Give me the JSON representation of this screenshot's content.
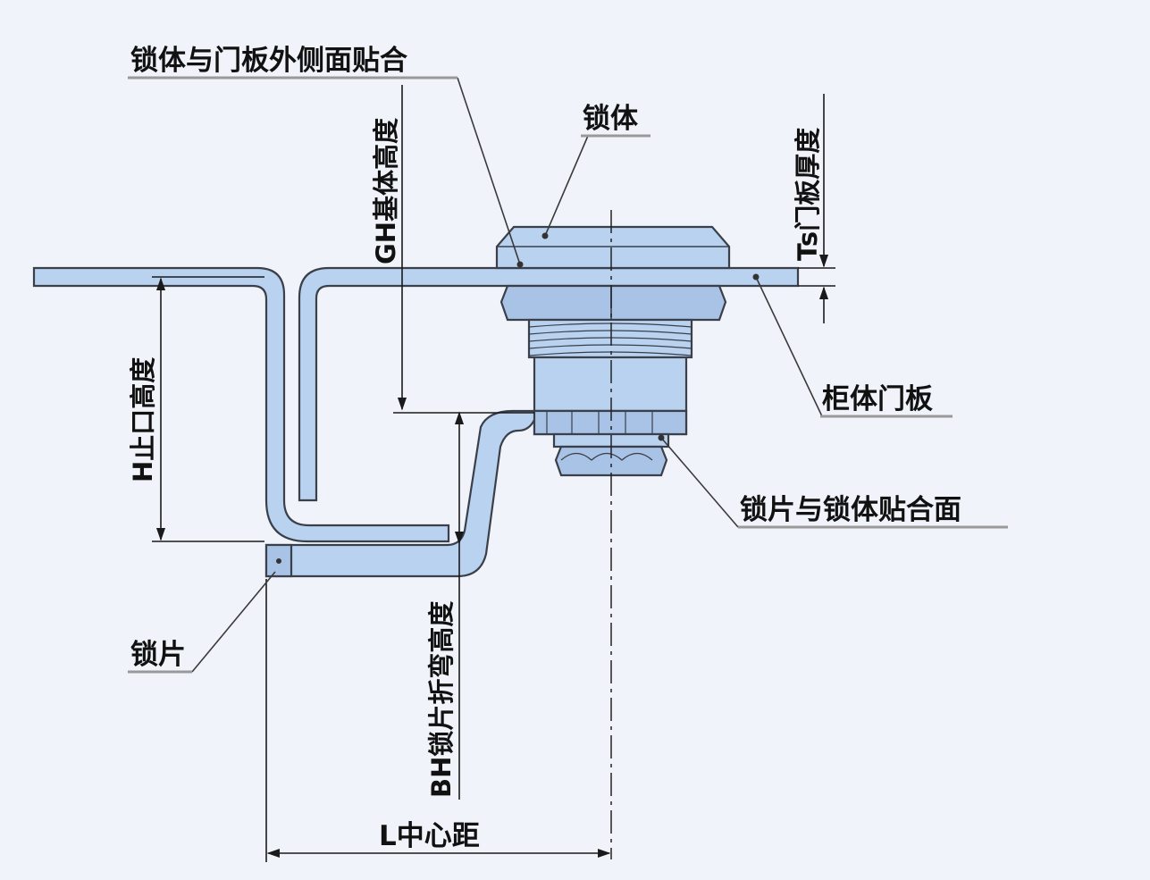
{
  "labels": {
    "lock_body_panel_outer_contact": "锁体与门板外侧面贴合",
    "lock_body": "锁体",
    "ts_panel_thickness": "Ts门板厚度",
    "gh_base_height": "GH基体高度",
    "cabinet_door_panel": "柜体门板",
    "h_stop_height": "H止口高度",
    "cam_lock_body_contact": "锁片与锁体贴合面",
    "cam": "锁片",
    "bh_cam_bend_height": "BH锁片折弯高度",
    "l_center_distance": "L中心距"
  },
  "colors": {
    "background": "#f0f4fa",
    "part_fill": "#b9d2f0",
    "outline": "#3a3f4a",
    "text": "#111111"
  }
}
